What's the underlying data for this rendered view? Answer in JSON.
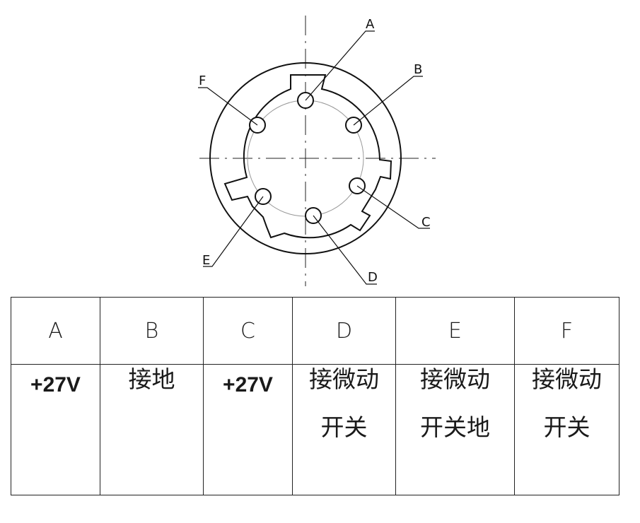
{
  "diagram": {
    "pin_labels": [
      "A",
      "B",
      "C",
      "D",
      "E",
      "F"
    ]
  },
  "table": {
    "headers": [
      "A",
      "B",
      "C",
      "D",
      "E",
      "F"
    ],
    "values": [
      [
        "+27V"
      ],
      [
        "接地"
      ],
      [
        "+27V"
      ],
      [
        "接微动",
        "开关"
      ],
      [
        "接微动",
        "开关地"
      ],
      [
        "接微动",
        "开关"
      ]
    ]
  },
  "colors": {
    "line": "#111111",
    "thin_line": "#888888",
    "border": "#222222"
  }
}
